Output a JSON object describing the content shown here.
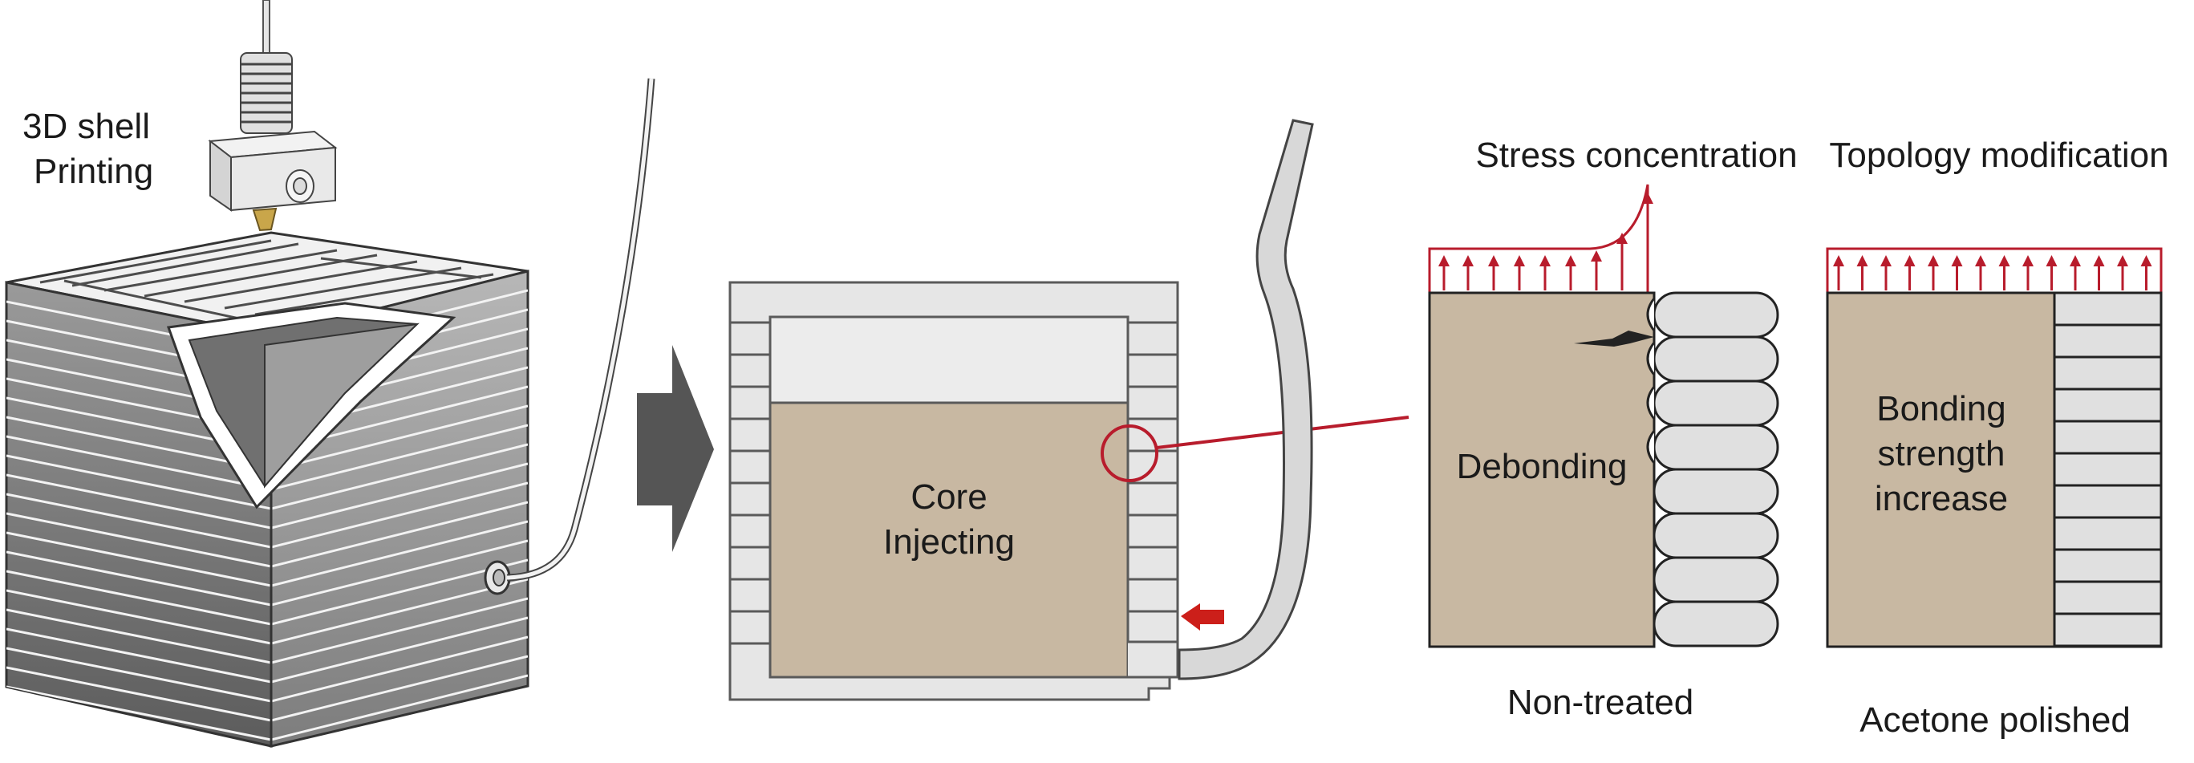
{
  "labels": {
    "printing": [
      "3D shell",
      "Printing"
    ],
    "core": [
      "Core",
      "Injecting"
    ],
    "stress": "Stress concentration",
    "topology": "Topology modification",
    "debonding": "Debonding",
    "bonding": [
      "Bonding",
      "strength",
      "increase"
    ],
    "non_treated": "Non-treated",
    "acetone": "Acetone polished"
  },
  "colors": {
    "core_fill": "#c8b8a2",
    "shell_fill": "#e6e6e6",
    "shell_stroke": "#5a5a5a",
    "stress_arrow": "#b81c2c",
    "process_arrow": "#555555",
    "nozzle_tip": "#c9a64a",
    "filament": "#d8d8d8"
  },
  "icons": {
    "process_arrow": "right-arrow",
    "injection_arrow": "left-arrow",
    "magnify": "circle-callout"
  }
}
